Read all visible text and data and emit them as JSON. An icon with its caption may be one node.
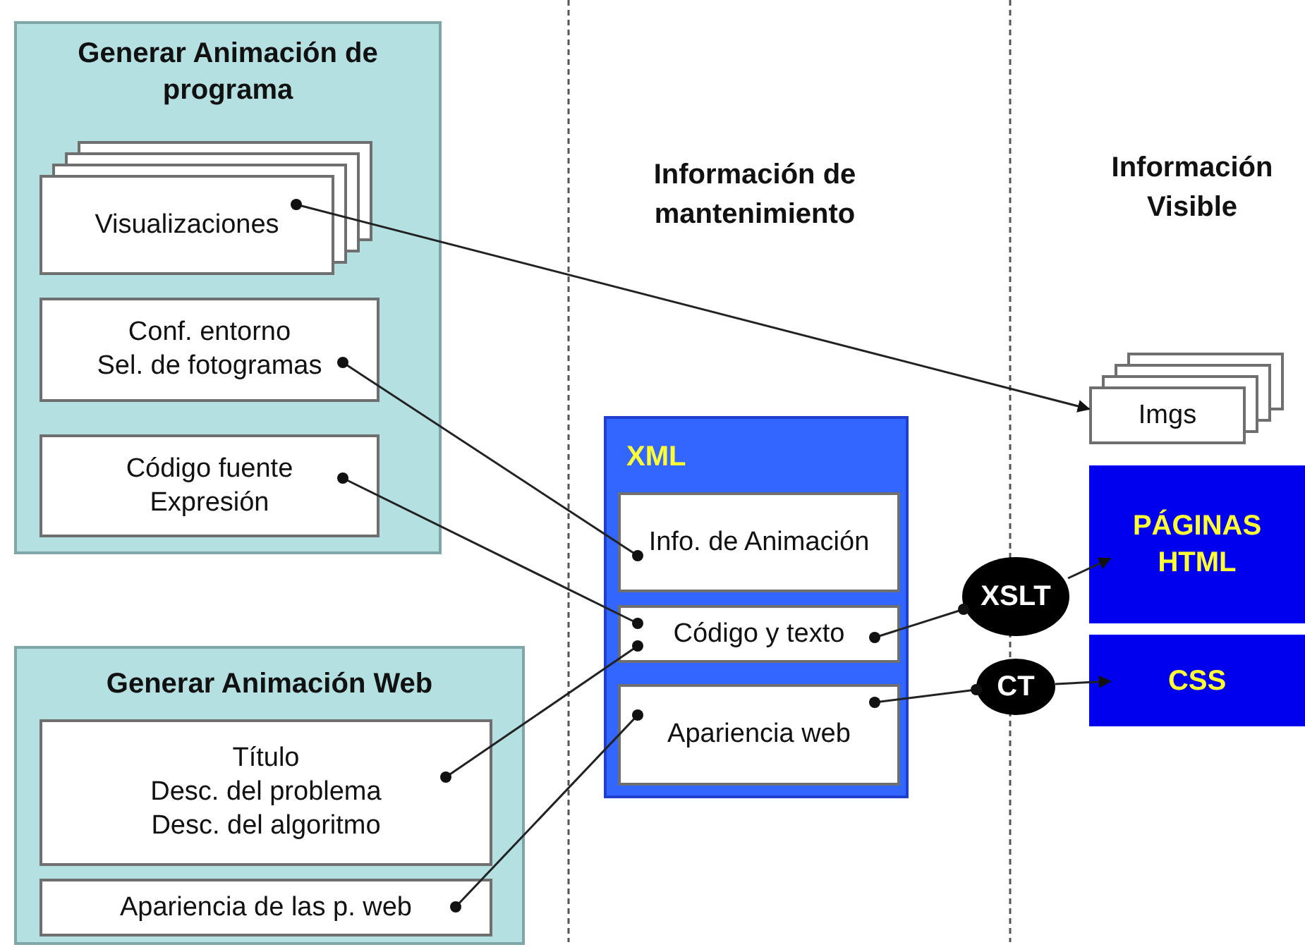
{
  "diagram": {
    "nodes": [
      {
        "text": [
          "Generar Animación de programa"
        ]
      },
      {
        "text": [
          "Visualizaciones"
        ],
        "in": 0
      },
      {
        "text": [
          "Conf. entorno",
          "Sel. de fotogramas"
        ],
        "in": 0
      },
      {
        "text": [
          "Código fuente",
          "Expresión"
        ],
        "in": 0
      },
      {
        "text": [
          "XML"
        ]
      },
      {
        "text": [
          "Info. de Animación"
        ],
        "in": 4
      },
      {
        "text": [
          "Código y texto"
        ],
        "in": 4
      },
      {
        "text": [
          "Apariencia web"
        ],
        "in": 4
      },
      {
        "text": [
          "Generar Animación Web"
        ]
      },
      {
        "text": [
          "Título",
          "Desc. del problema",
          "Desc. del algoritmo"
        ],
        "in": 8
      },
      {
        "text": [
          "Apariencia de las p. web"
        ],
        "in": 8
      },
      {
        "text": [
          "Imgs"
        ]
      },
      {
        "text": [
          "PÁGINAS HTML"
        ]
      },
      {
        "text": [
          "CSS"
        ]
      },
      {
        "text": [
          "XSLT"
        ]
      },
      {
        "text": [
          "CT"
        ]
      }
    ],
    "edges": [
      {
        "from": 1,
        "to": 11,
        "arrow": "to"
      },
      {
        "from": 2,
        "to": 5,
        "arrow": "other"
      },
      {
        "from": 3,
        "to": 6,
        "arrow": "other"
      },
      {
        "from": 9,
        "to": 6,
        "arrow": "other"
      },
      {
        "from": 10,
        "to": 7,
        "arrow": "other"
      },
      {
        "from": 6,
        "to": 14,
        "arrow": "other"
      },
      {
        "from": 14,
        "to": 12,
        "arrow": "to"
      },
      {
        "from": 7,
        "to": 15,
        "arrow": "other"
      },
      {
        "from": 15,
        "to": 13,
        "arrow": "to"
      }
    ],
    "labels": [
      "Información de mantenimiento",
      "Información Visible"
    ]
  }
}
